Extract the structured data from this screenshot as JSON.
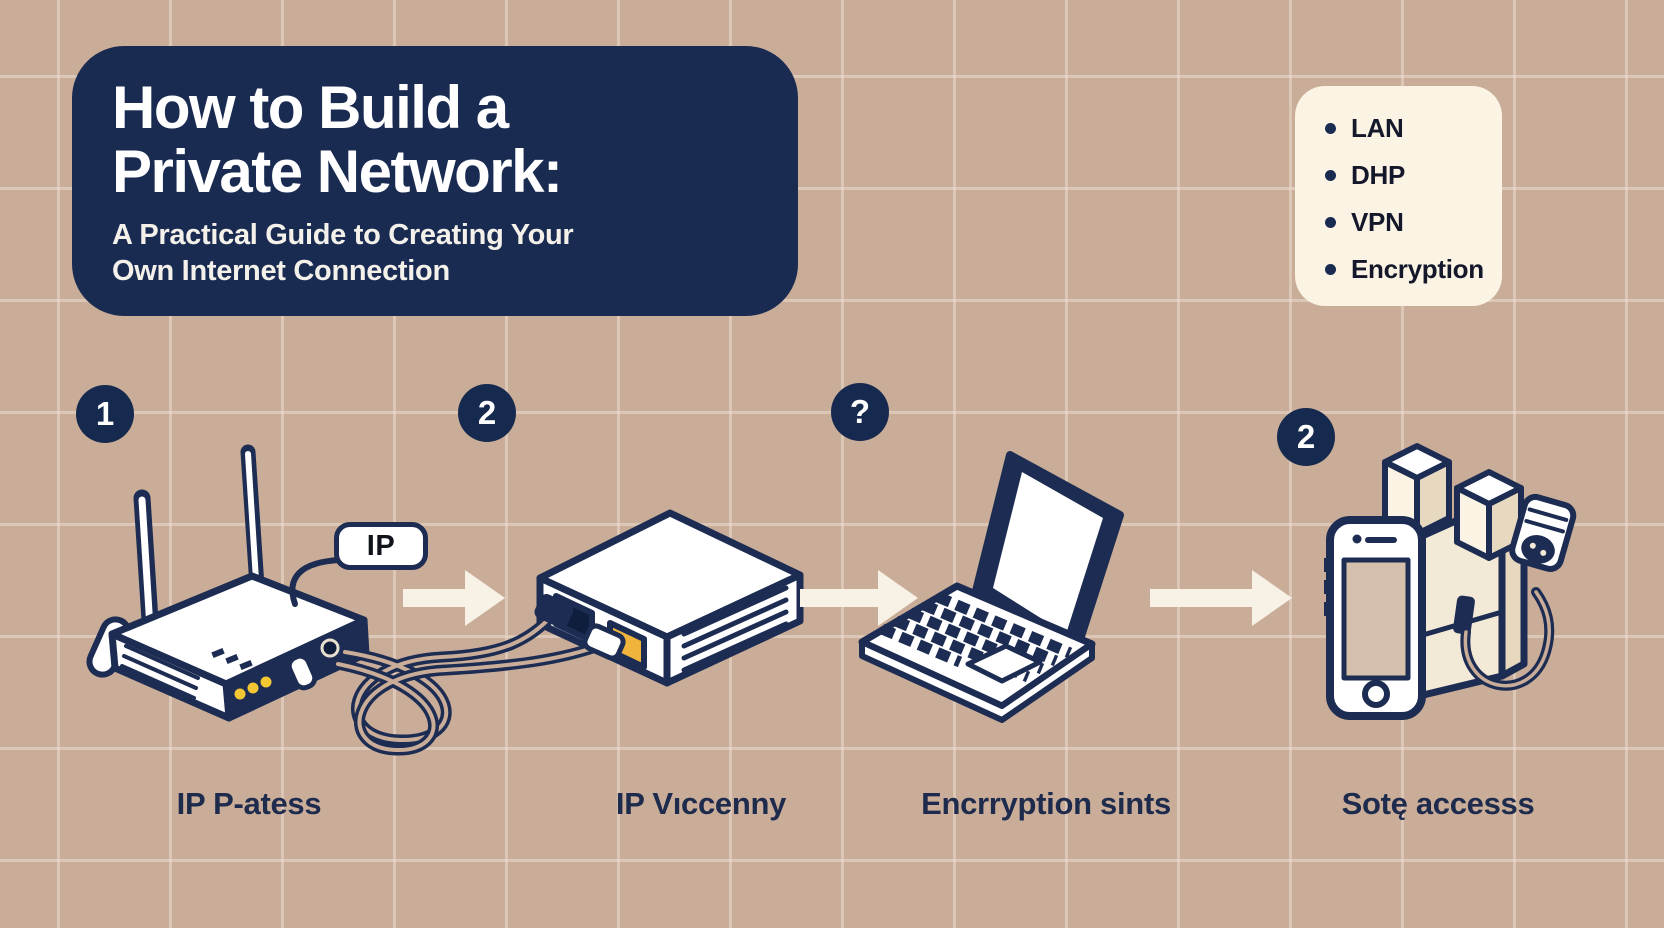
{
  "title_card": {
    "title_line1": "How to Build a",
    "title_line2": "Private Network:",
    "subtitle_line1": "A Practical Guide to Creating Your",
    "subtitle_line2": "Own Internet Connection"
  },
  "keywords": {
    "items": [
      "LAN",
      "DHP",
      "VPN",
      "Encryption"
    ]
  },
  "ip_tag": "IP",
  "steps": [
    {
      "badge": "1",
      "caption": "IP P-atess",
      "icon": "wifi-router-icon"
    },
    {
      "badge": "2",
      "caption": "IP Vıccenny",
      "icon": "modem-box-icon"
    },
    {
      "badge": "?",
      "caption": "Encrryption sints",
      "icon": "laptop-icon"
    },
    {
      "badge": "2",
      "caption": "Sotę accesss",
      "icon": "smartphone-wall-plug-icon"
    }
  ],
  "colors": {
    "background": "#c9ad99",
    "grid_line": "#ebddd0",
    "navy": "#1a2b52",
    "cream_panel": "#fbf4e4",
    "arrow": "#f7f1e6",
    "led_yellow": "#f2c733",
    "port_orange": "#f0b43c"
  }
}
